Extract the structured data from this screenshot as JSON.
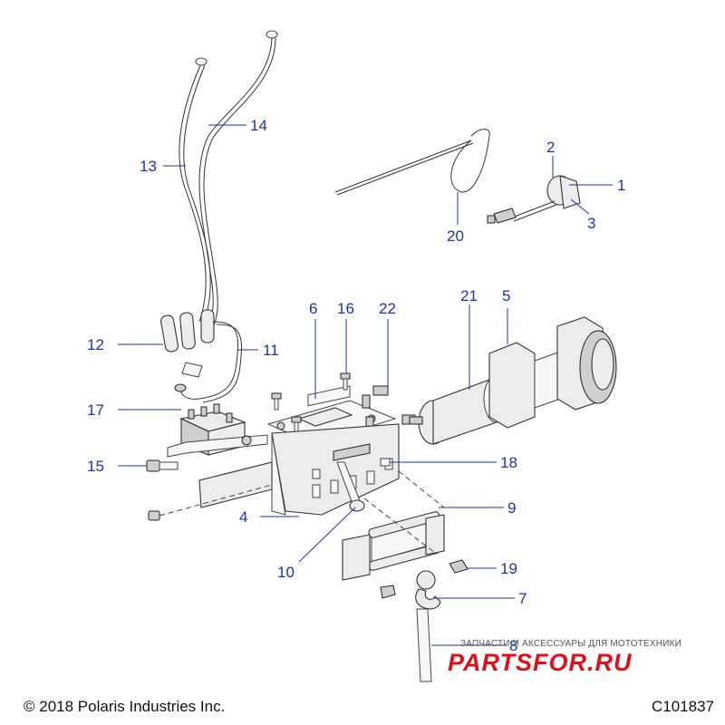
{
  "diagram": {
    "title": "",
    "callouts": [
      {
        "id": "c1",
        "label": "1"
      },
      {
        "id": "c2",
        "label": "2"
      },
      {
        "id": "c3",
        "label": "3"
      },
      {
        "id": "c4",
        "label": "4"
      },
      {
        "id": "c5",
        "label": "5"
      },
      {
        "id": "c6",
        "label": "6"
      },
      {
        "id": "c7",
        "label": "7"
      },
      {
        "id": "c8",
        "label": "8"
      },
      {
        "id": "c9",
        "label": "9"
      },
      {
        "id": "c10",
        "label": "10"
      },
      {
        "id": "c11",
        "label": "11"
      },
      {
        "id": "c12",
        "label": "12"
      },
      {
        "id": "c13",
        "label": "13"
      },
      {
        "id": "c14",
        "label": "14"
      },
      {
        "id": "c15",
        "label": "15"
      },
      {
        "id": "c16",
        "label": "16"
      },
      {
        "id": "c17",
        "label": "17"
      },
      {
        "id": "c18",
        "label": "18"
      },
      {
        "id": "c19",
        "label": "19"
      },
      {
        "id": "c20",
        "label": "20"
      },
      {
        "id": "c21",
        "label": "21"
      },
      {
        "id": "c22",
        "label": "22"
      }
    ],
    "colors": {
      "callout": "#1a33a8",
      "line_art": "#333333",
      "watermark": "#e0101a"
    }
  },
  "footer": {
    "copyright": "© 2018 Polaris Industries Inc.",
    "figure_id": "C101837"
  },
  "watermark": {
    "tagline": "ЗАПЧАСТИ И АКСЕССУАРЫ ДЛЯ МОТОТЕХНИКИ",
    "logo": "PARTSFOR.RU"
  }
}
